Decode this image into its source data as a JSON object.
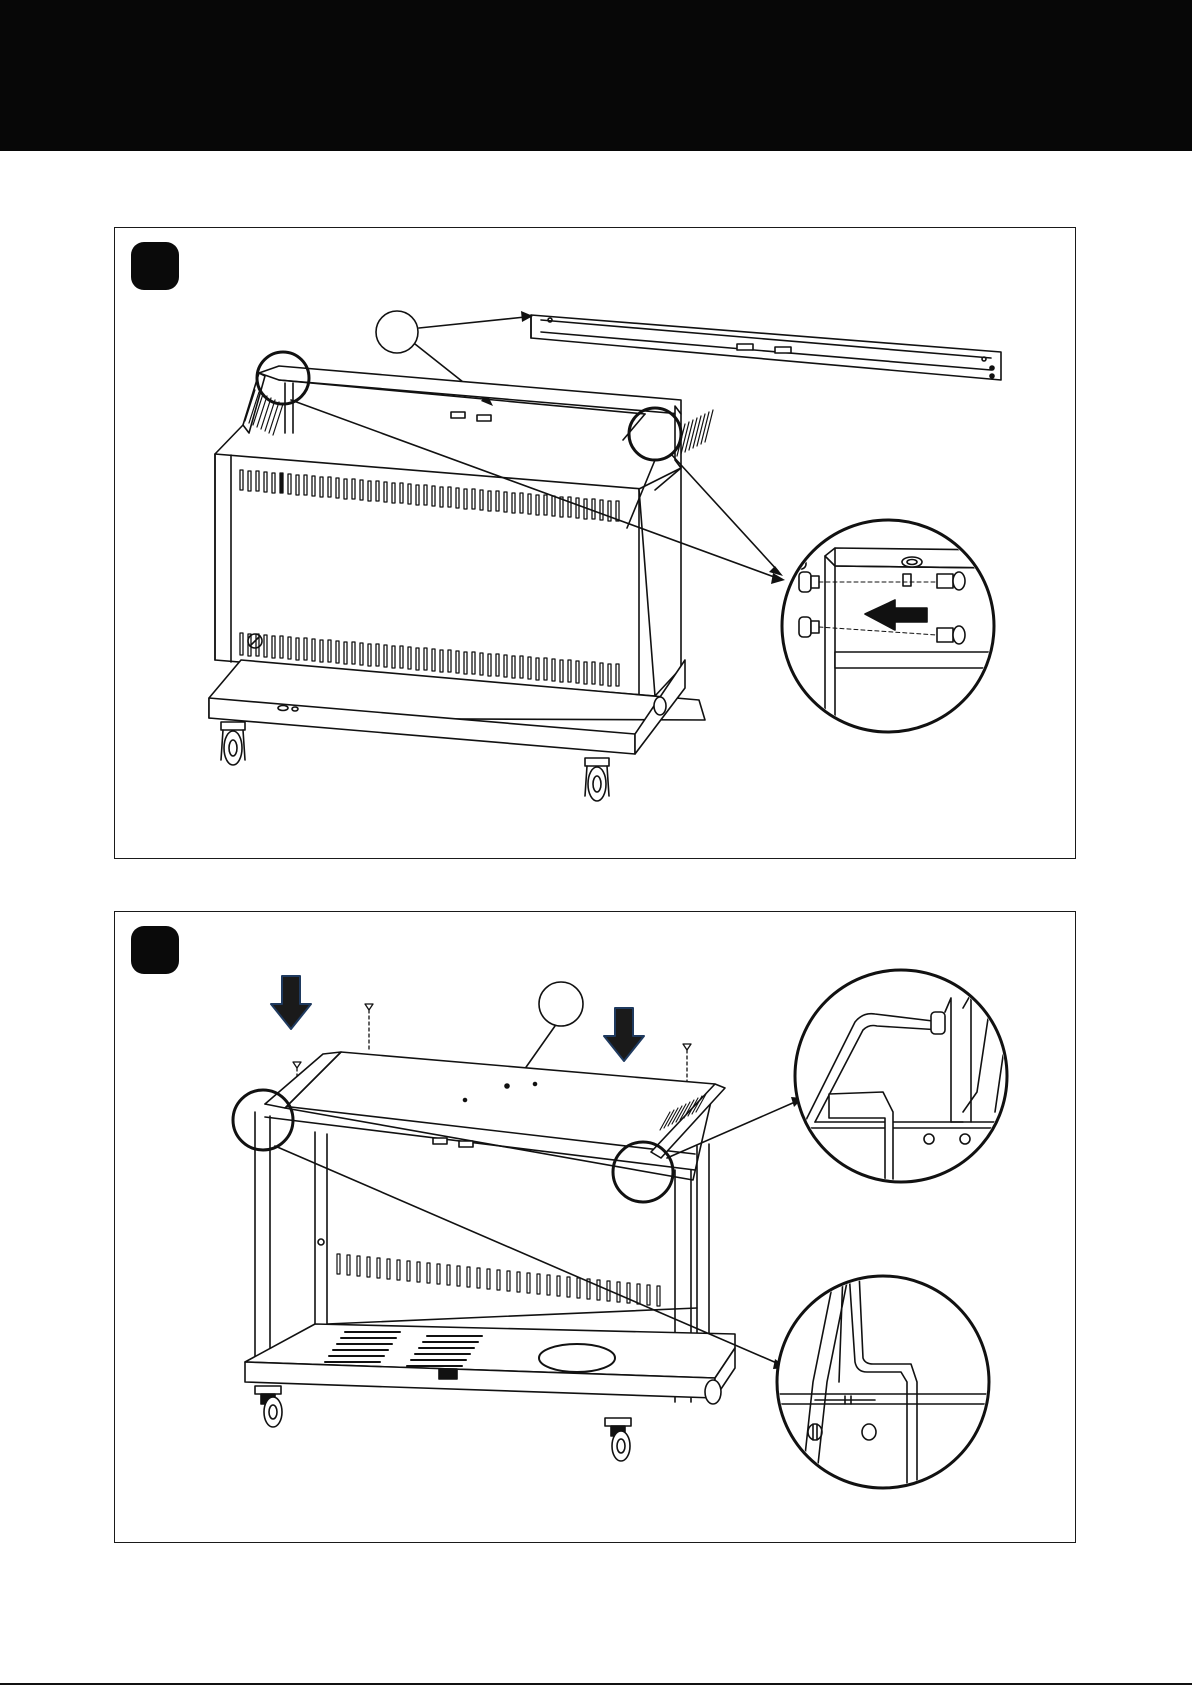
{
  "document": {
    "header": {
      "band_color": "#070707"
    },
    "steps": [
      {
        "id": "step-a",
        "part_callout": "",
        "zoom_insets": 1
      },
      {
        "id": "step-b",
        "part_callout": "",
        "zoom_insets": 2
      }
    ]
  },
  "colors": {
    "ink": "#111111",
    "arrow_blue": "#1f3a5f",
    "arrow_dark": "#1a1a1a",
    "paper": "#ffffff"
  }
}
